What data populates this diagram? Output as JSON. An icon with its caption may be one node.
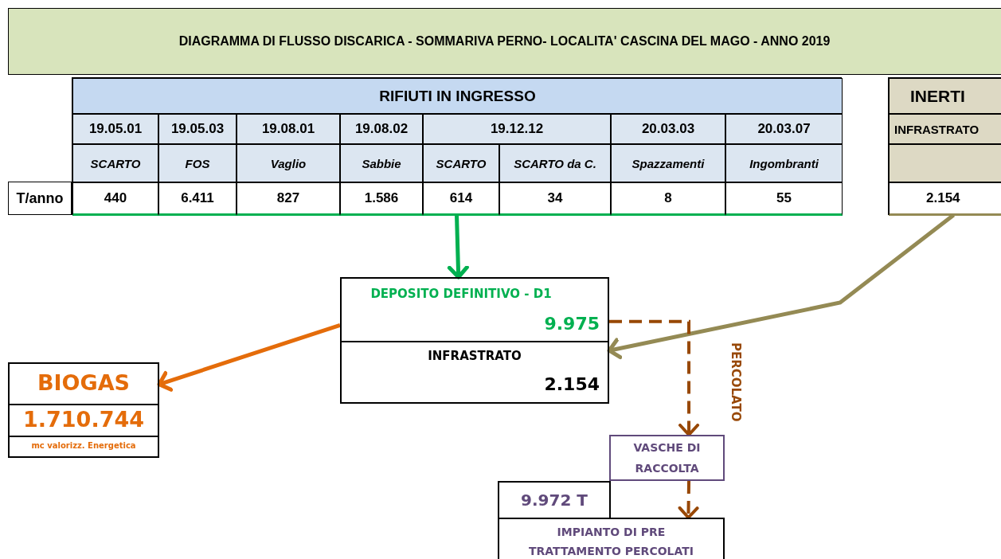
{
  "diagram": {
    "title": "DIAGRAMMA DI FLUSSO DISCARICA - SOMMARIVA PERNO- LOCALITA' CASCINA DEL MAGO - ANNO 2019",
    "nodes": [
      {
        "text": [
          "RIFIUTI IN INGRESSO"
        ]
      },
      {
        "text": [
          "INERTI"
        ]
      },
      {
        "text": [
          "DEPOSITO DEFINITIVO - D1",
          "9.975",
          "INFRASTRATO",
          "2.154"
        ]
      },
      {
        "text": [
          "BIOGAS",
          "1.710.744",
          "mc valorizz. Energetica"
        ]
      },
      {
        "text": [
          "VASCHE DI RACCOLTA"
        ]
      },
      {
        "text": [
          "9.972 T"
        ]
      },
      {
        "text": [
          "IMPIANTO DI PRE TRATTAMENTO PERCOLATI"
        ]
      }
    ],
    "edges": [
      {
        "from": 0,
        "to": 2,
        "arrow": "to",
        "color": "#00b050"
      },
      {
        "from": 1,
        "to": 2,
        "arrow": "to",
        "color": "#948a54"
      },
      {
        "from": 2,
        "to": 3,
        "arrow": "to",
        "color": "#e46c0a"
      },
      {
        "from": 2,
        "to": 4,
        "arrow": "to",
        "label": "PERCOLATO",
        "style": "dashed",
        "color": "#984806"
      },
      {
        "from": 4,
        "to": 6,
        "arrow": "to",
        "style": "dashed",
        "color": "#984806"
      }
    ],
    "labels": [
      "19.05.01",
      "19.05.03",
      "19.08.01",
      "19.08.02",
      "19.12.12",
      "20.03.03",
      "20.03.07",
      "SCARTO",
      "FOS",
      "Vaglio",
      "Sabbie",
      "SCARTO",
      "SCARTO da C.",
      "Spazzamenti",
      "Ingombranti",
      "T/anno",
      "440",
      "6.411",
      "827",
      "1.586",
      "614",
      "34",
      "8",
      "55",
      "INFRASTRATO",
      "2.154"
    ]
  }
}
